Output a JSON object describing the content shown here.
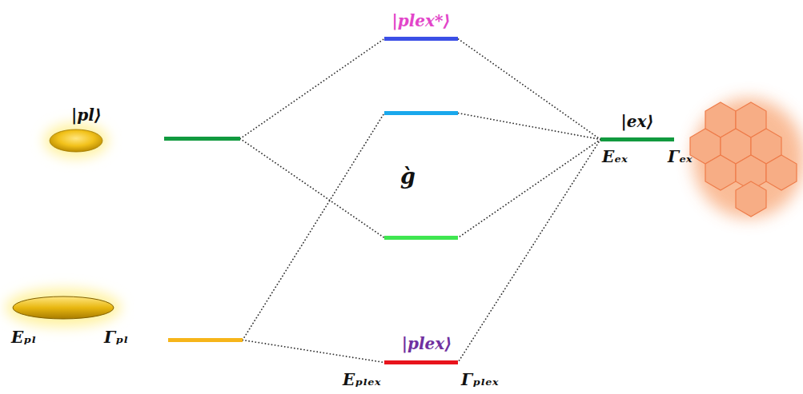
{
  "diagram": {
    "nodes": [
      {
        "text": []
      },
      {
        "text": [
          "|plex*⟩"
        ]
      },
      {
        "text": []
      },
      {
        "text": []
      },
      {
        "text": [
          "|plex⟩",
          "Eₚₗₑₓ",
          "Γₚₗₑₓ"
        ]
      },
      {
        "text": [
          "|ex⟩",
          "Eₑₓ",
          "Γₑₓ"
        ]
      },
      {
        "text": []
      }
    ],
    "edges": [
      {
        "from": 0,
        "to": 1,
        "arrow": "none"
      },
      {
        "from": 0,
        "to": 3,
        "arrow": "none"
      },
      {
        "from": 6,
        "to": 2,
        "arrow": "none"
      },
      {
        "from": 6,
        "to": 4,
        "arrow": "none"
      },
      {
        "from": 5,
        "to": 1,
        "arrow": "none"
      },
      {
        "from": 5,
        "to": 2,
        "arrow": "none"
      },
      {
        "from": 5,
        "to": 3,
        "arrow": "none"
      },
      {
        "from": 5,
        "to": 4,
        "arrow": "none"
      }
    ],
    "labels": [
      "|pl⟩",
      "Eₚₗ",
      "Γₚₗ",
      "g̀"
    ]
  }
}
